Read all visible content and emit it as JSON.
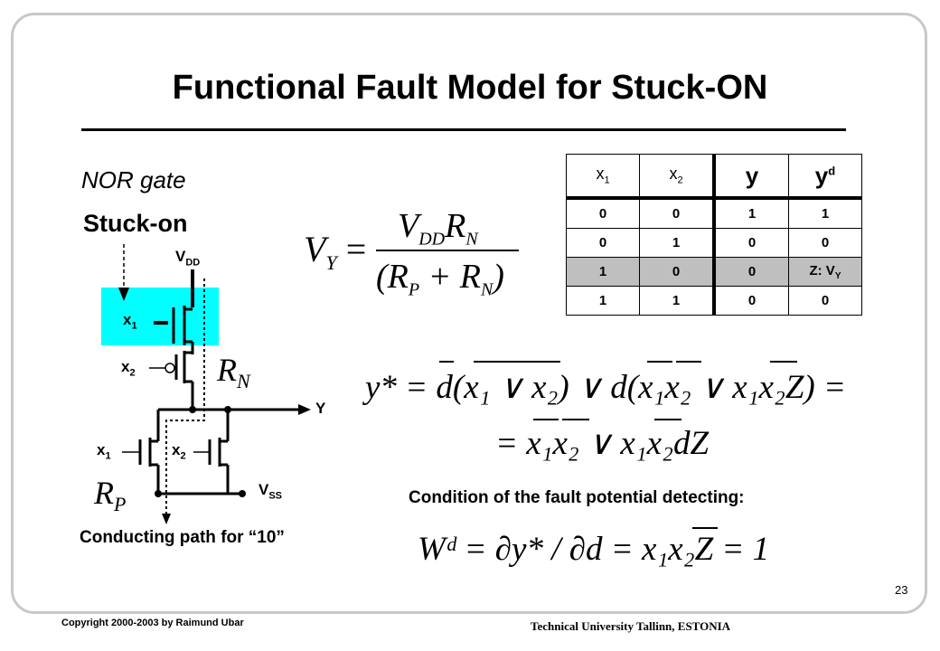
{
  "title": "Functional Fault Model for Stuck-ON",
  "gate_label": "NOR gate",
  "fault_label": "Stuck-on",
  "circuit": {
    "vdd_label": "V",
    "vdd_sub": "DD",
    "vss_label": "V",
    "vss_sub": "SS",
    "y_label": "Y",
    "x1_top": "x",
    "x1_top_sub": "1",
    "x2_top": "x",
    "x2_top_sub": "2",
    "x1_bottom": "x",
    "x1_bottom_sub": "1",
    "x2_bottom": "x",
    "x2_bottom_sub": "2",
    "rn_label": "R",
    "rn_sub": "N",
    "rp_label": "R",
    "rp_sub": "P",
    "highlight_color": "#00ffff"
  },
  "equations": {
    "vy_lhs": "V",
    "vy_lhs_sub": "Y",
    "vy_num": "V",
    "vy_num_sub": "DD",
    "vy_num_r": "R",
    "vy_num_r_sub": "N",
    "vy_den_open": "(R",
    "vy_den_p_sub": "P",
    "vy_den_plus": " + R",
    "vy_den_n_sub": "N",
    "vy_den_close": ")",
    "ystar_line1": "y* = d(x₁ ∨ x₂) ∨ d(x₁x₂ ∨ x₁x₂Z) =",
    "ystar_line2": "= x₁x₂ ∨ x₁x₂dZ",
    "wd": "Wᵈ = ∂y* / ∂d = x₁x₂Z = 1"
  },
  "conducting_path_label": "Conducting path for “10”",
  "condition_label": "Condition of the fault potential detecting:",
  "truth_table": {
    "headers": [
      {
        "t": "x",
        "sub": "1"
      },
      {
        "t": "x",
        "sub": "2"
      },
      {
        "t": "y"
      },
      {
        "t": "y",
        "sup": "d"
      }
    ],
    "rows": [
      [
        "0",
        "0",
        "1",
        "1"
      ],
      [
        "0",
        "1",
        "0",
        "0"
      ],
      [
        "1",
        "0",
        "0",
        "Z: V"
      ],
      [
        "1",
        "1",
        "0",
        "0"
      ]
    ],
    "z_sub": "Y",
    "highlight_row": 2,
    "highlight_color": "#bfbfbf"
  },
  "footer": {
    "copyright": "Copyright  2000-2003  by  Raimund  Ubar",
    "university": "Technical University Tallinn, ESTONIA",
    "page": "23"
  }
}
